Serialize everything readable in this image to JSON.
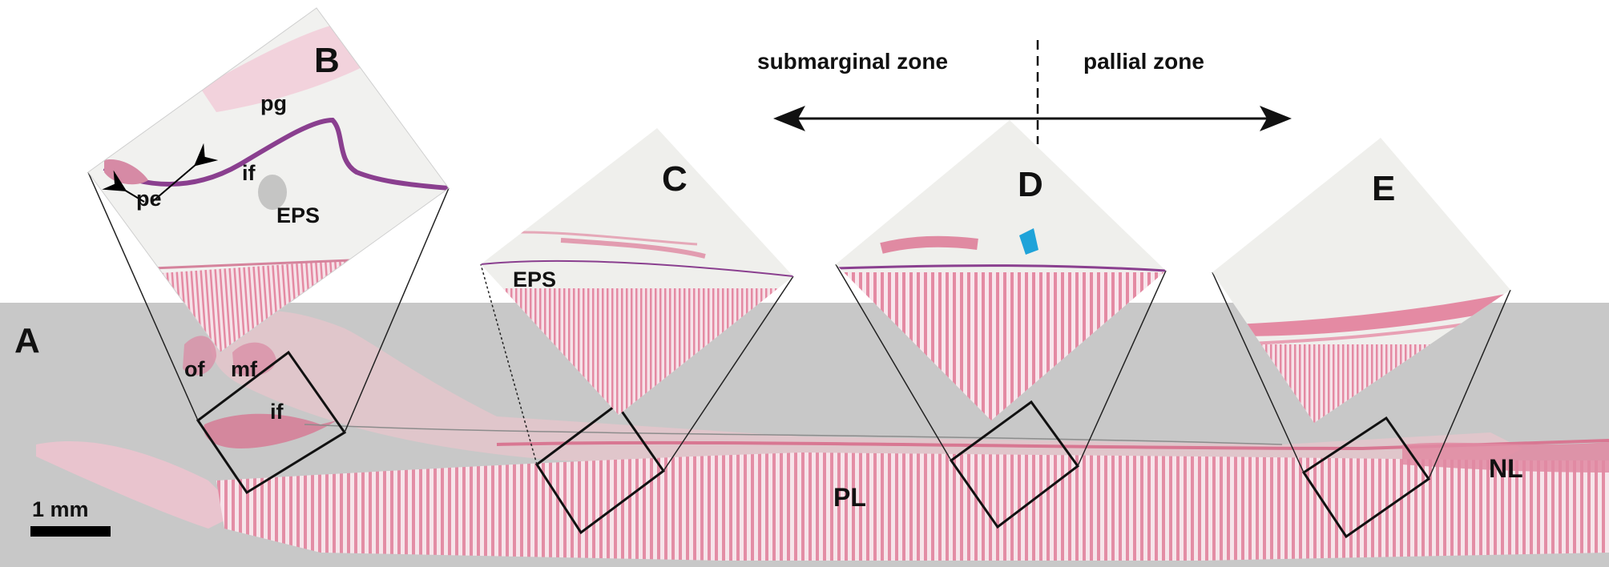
{
  "panels": {
    "a": "A",
    "b": "B",
    "c": "C",
    "d": "D",
    "e": "E"
  },
  "zones": {
    "left": "submarginal zone",
    "right": "pallial zone"
  },
  "labels": {
    "pg": "pg",
    "if_b": "if",
    "pe": "pe",
    "eps_b": "EPS",
    "eps_c": "EPS",
    "of": "of",
    "mf": "mf",
    "if_a": "if",
    "pl": "PL",
    "nl": "NL"
  },
  "scale_bar": {
    "label": "1 mm"
  },
  "colors": {
    "background_band": "#c8c8c8",
    "tissue_pink": "#e8a0b4",
    "prism_pink": "#e07c98",
    "epithelium_purple": "#8a3f8f",
    "arrowhead_blue": "#1fa3d9"
  }
}
